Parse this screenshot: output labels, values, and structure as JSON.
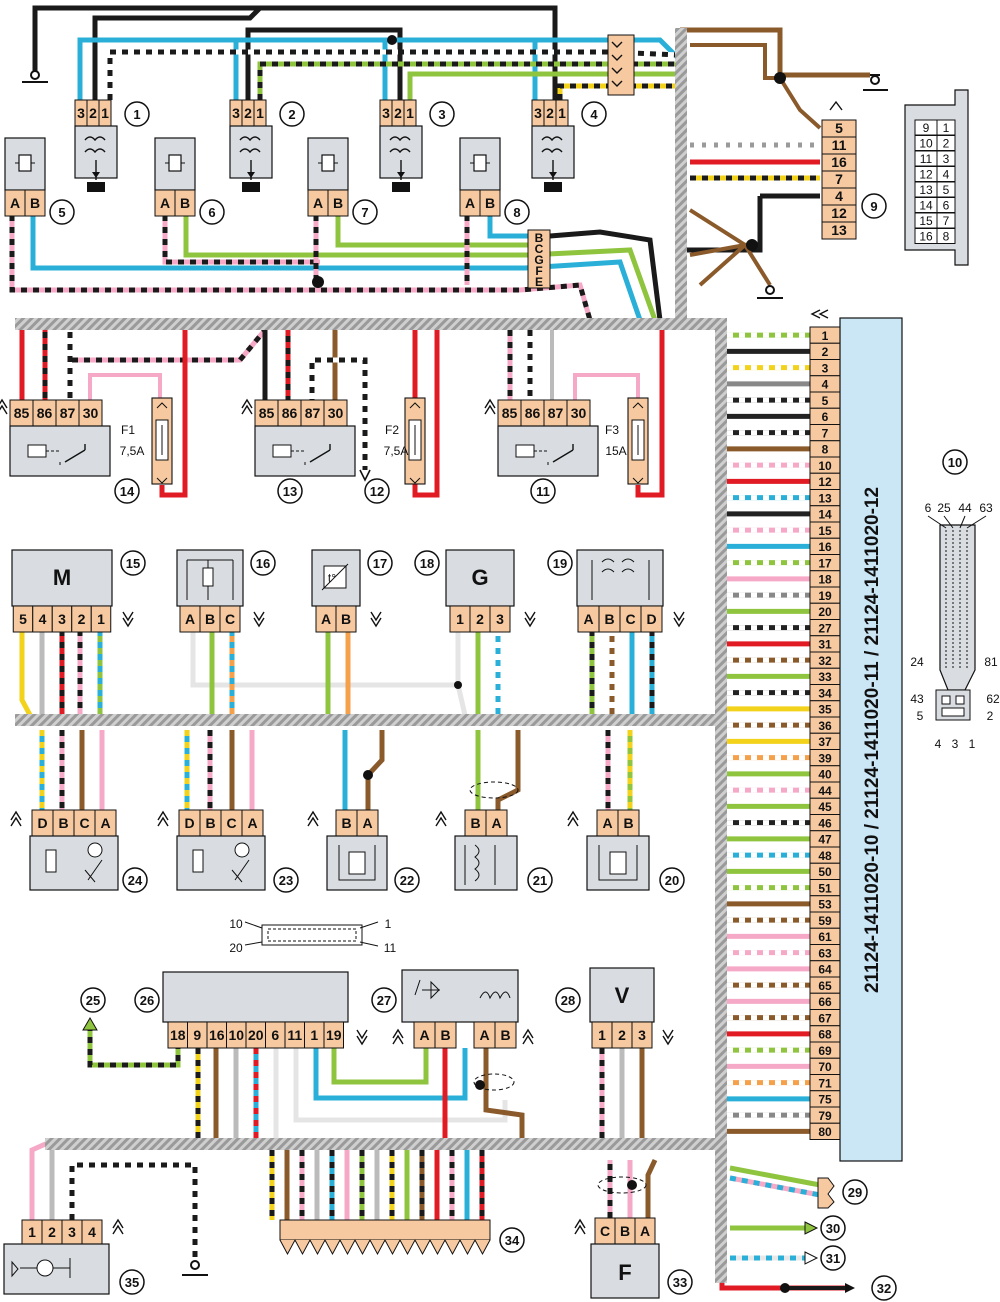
{
  "ecu": {
    "label": "21124-1411020-10 / 21124-1411020-11 / 21124-1411020-12",
    "pins": [
      "1",
      "2",
      "3",
      "4",
      "5",
      "6",
      "7",
      "8",
      "10",
      "12",
      "13",
      "14",
      "15",
      "16",
      "17",
      "18",
      "19",
      "20",
      "27",
      "31",
      "32",
      "33",
      "34",
      "35",
      "36",
      "37",
      "39",
      "40",
      "44",
      "45",
      "46",
      "47",
      "48",
      "50",
      "51",
      "53",
      "59",
      "61",
      "63",
      "64",
      "65",
      "66",
      "67",
      "68",
      "69",
      "70",
      "71",
      "75",
      "79",
      "80"
    ],
    "wire_colors": [
      "#8fc43f",
      "#222",
      "#f2d21b",
      "#888",
      "#222",
      "#222",
      "#222",
      "#8b5a2b",
      "#f6a9c6",
      "#e01b24",
      "#2ab0d8",
      "#222",
      "#f6a9c6",
      "#2ab0d8",
      "#8fc43f",
      "#f6a9c6",
      "#888",
      "#8fc43f",
      "#222",
      "#e01b24",
      "#8b5a2b",
      "#8fc43f",
      "#222",
      "#f2d21b",
      "#8b5a2b",
      "#f2d21b",
      "#f5a04a",
      "#8fc43f",
      "#f6a9c6",
      "#8fc43f",
      "#222",
      "#8fc43f",
      "#2ab0d8",
      "#8fc43f",
      "#8fc43f",
      "#8b5a2b",
      "#8b5a2b",
      "#f6a9c6",
      "#f6a9c6",
      "#f6a9c6",
      "#8b5a2b",
      "#f6a9c6",
      "#8b5a2b",
      "#e01b24",
      "#8fc43f",
      "#f6a9c6",
      "#f5a04a",
      "#2ab0d8",
      "#888",
      "#8b5a2b"
    ]
  },
  "coils": [
    {
      "num": "1",
      "pins": [
        "3",
        "2",
        "1"
      ]
    },
    {
      "num": "2",
      "pins": [
        "3",
        "2",
        "1"
      ]
    },
    {
      "num": "3",
      "pins": [
        "3",
        "2",
        "1"
      ]
    },
    {
      "num": "4",
      "pins": [
        "3",
        "2",
        "1"
      ]
    }
  ],
  "injectors": [
    {
      "num": "5",
      "pins": [
        "A",
        "B"
      ]
    },
    {
      "num": "6",
      "pins": [
        "A",
        "B"
      ]
    },
    {
      "num": "7",
      "pins": [
        "A",
        "B"
      ]
    },
    {
      "num": "8",
      "pins": [
        "A",
        "B"
      ]
    }
  ],
  "diag_connector": {
    "num": "9",
    "pins": [
      "5",
      "11",
      "16",
      "7",
      "4",
      "12",
      "13"
    ]
  },
  "diag_face": {
    "rows": [
      [
        "9",
        "1"
      ],
      [
        "10",
        "2"
      ],
      [
        "11",
        "3"
      ],
      [
        "12",
        "4"
      ],
      [
        "13",
        "5"
      ],
      [
        "14",
        "6"
      ],
      [
        "15",
        "7"
      ],
      [
        "16",
        "8"
      ]
    ]
  },
  "ecu_connector": {
    "num": "10",
    "top": [
      "6",
      "25",
      "44",
      "63"
    ],
    "left": [
      "24",
      "43"
    ],
    "right": [
      "81",
      "62"
    ],
    "bottom_left": "5",
    "bottom_right": "2",
    "bottom": [
      "4",
      "3",
      "1"
    ]
  },
  "relays": [
    {
      "num": "14",
      "pins": [
        "85",
        "86",
        "87",
        "30"
      ]
    },
    {
      "num": "13",
      "pins": [
        "85",
        "86",
        "87",
        "30"
      ]
    },
    {
      "num": "11",
      "pins": [
        "85",
        "86",
        "87",
        "30"
      ]
    }
  ],
  "fuses": [
    {
      "name": "F1",
      "rating": "7,5A"
    },
    {
      "name": "F2",
      "rating": "7,5A"
    },
    {
      "name": "F3",
      "rating": "15A"
    }
  ],
  "ground_12": "12",
  "sensors_row": [
    {
      "num": "15",
      "letter": "M",
      "pins": [
        "5",
        "4",
        "3",
        "2",
        "1"
      ]
    },
    {
      "num": "16",
      "letter": "",
      "pins": [
        "A",
        "B",
        "C"
      ]
    },
    {
      "num": "17",
      "letter": "",
      "pins": [
        "A",
        "B"
      ]
    },
    {
      "num": "18",
      "letter": "G",
      "pins": [
        "1",
        "2",
        "3"
      ]
    },
    {
      "num": "19",
      "letter": "",
      "pins": [
        "A",
        "B",
        "C",
        "D"
      ]
    }
  ],
  "bottom_sensors": [
    {
      "num": "24",
      "pins": [
        "D",
        "B",
        "C",
        "A"
      ]
    },
    {
      "num": "23",
      "pins": [
        "D",
        "B",
        "C",
        "A"
      ]
    },
    {
      "num": "22",
      "pins": [
        "B",
        "A"
      ]
    },
    {
      "num": "21",
      "pins": [
        "B",
        "A"
      ]
    },
    {
      "num": "20",
      "pins": [
        "A",
        "B"
      ]
    }
  ],
  "small_connector": {
    "tl": "10",
    "tr": "1",
    "bl": "20",
    "br": "11"
  },
  "block26": {
    "num": "26",
    "pins": [
      "18",
      "9",
      "16",
      "10",
      "20",
      "6",
      "11",
      "1",
      "19"
    ]
  },
  "block27": {
    "num": "27",
    "pins": [
      "A",
      "B",
      "A",
      "B"
    ]
  },
  "block28": {
    "num": "28",
    "letter": "V",
    "pins": [
      "1",
      "2",
      "3"
    ]
  },
  "block33": {
    "num": "33",
    "letter": "F",
    "pins": [
      "C",
      "B",
      "A"
    ]
  },
  "block35": {
    "num": "35",
    "pins": [
      "1",
      "2",
      "3",
      "4"
    ]
  },
  "labels": {
    "n25": "25",
    "n29": "29",
    "n30": "30",
    "n31": "31",
    "n32": "32",
    "n34": "34"
  }
}
